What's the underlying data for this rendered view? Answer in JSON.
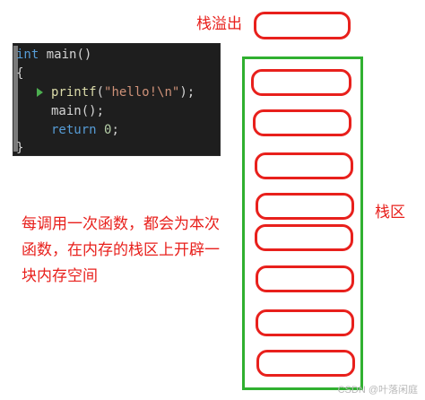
{
  "labels": {
    "stack_overflow": "栈溢出",
    "stack_area": "栈区"
  },
  "note": "每调用一次函数，都会为本次函数，在内存的栈区上开辟一块内存空间",
  "code": {
    "line1_kw": "int",
    "line1_rest": " main()",
    "line2": "{",
    "line3_fn": "printf",
    "line3_open": "(",
    "line3_str": "\"hello!\\n\"",
    "line3_close": ");",
    "line4": "main();",
    "line5_kw": "return",
    "line5_num": "0",
    "line5_end": ";",
    "line6": "}"
  },
  "colors": {
    "annotation_red": "#e8201c",
    "stack_green": "#30b030",
    "editor_bg": "#1e1e1e"
  },
  "watermark": "CSDN @叶落闲庭"
}
